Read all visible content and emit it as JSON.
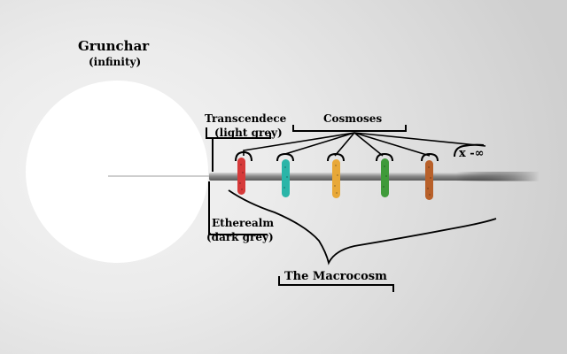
{
  "labels": {
    "grunchar": "Grunchar",
    "grunchar_sub": "(infinity)",
    "transcendence": "Transcendece",
    "transcendence_sub": "(light grey)",
    "cosmoses": "Cosmoses",
    "etherealm": "Etherealm",
    "etherealm_sub": "(dark grey)",
    "macrocosm": "The Macrocosm",
    "x_infinity": "x -∞"
  },
  "cosmos_colors": [
    "#d63a3a",
    "#2ab5a8",
    "#e8a838",
    "#3f9a3a",
    "#b8602a"
  ],
  "colors": {
    "background": "#e6e6e6",
    "grunchar_circle": "#ffffff",
    "rod_dark": "#6f6f6f",
    "rod_light": "#b9b9b9",
    "line": "#000000"
  }
}
